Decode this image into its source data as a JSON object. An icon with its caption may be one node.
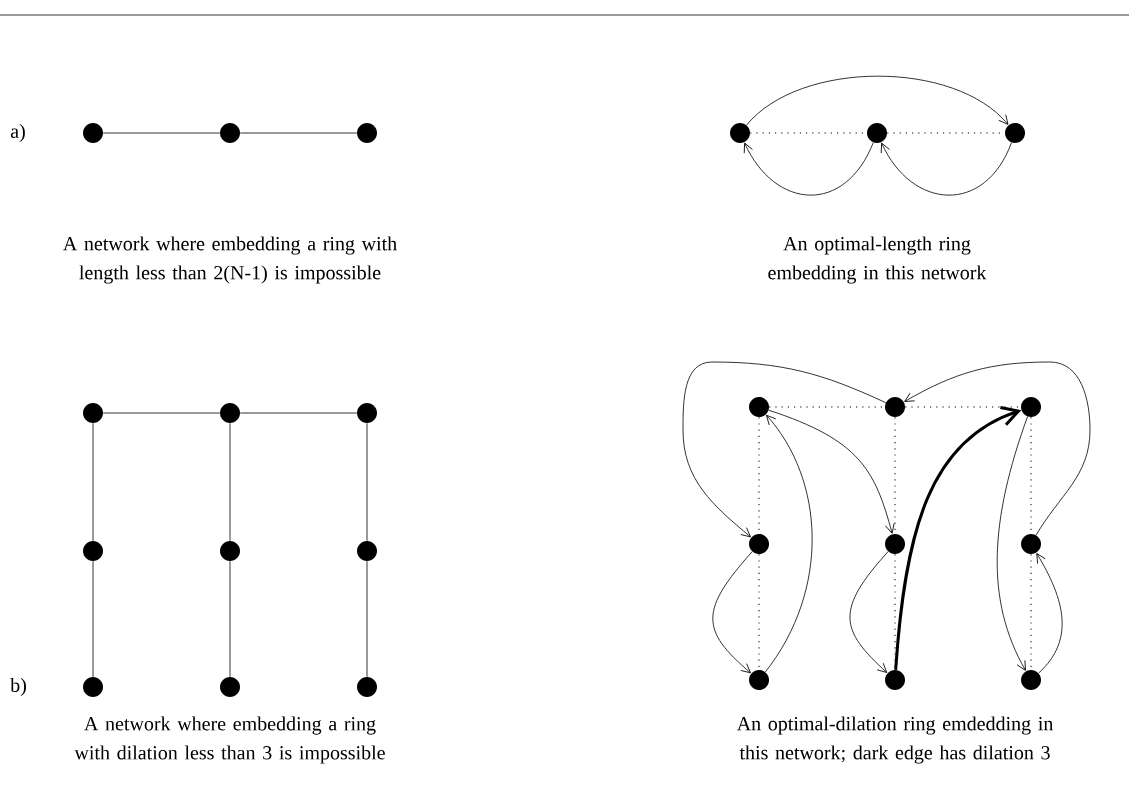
{
  "diagram": {
    "nodes": [
      {
        "text": [],
        "shape": "circle"
      },
      {
        "text": [],
        "shape": "circle"
      },
      {
        "text": [],
        "shape": "circle"
      },
      {
        "text": [],
        "shape": "circle"
      },
      {
        "text": [],
        "shape": "circle"
      },
      {
        "text": [],
        "shape": "circle"
      },
      {
        "text": [],
        "shape": "circle"
      },
      {
        "text": [],
        "shape": "circle"
      },
      {
        "text": [],
        "shape": "circle"
      },
      {
        "text": [],
        "shape": "circle"
      },
      {
        "text": [],
        "shape": "circle"
      },
      {
        "text": [],
        "shape": "circle"
      },
      {
        "text": [],
        "shape": "circle"
      },
      {
        "text": [],
        "shape": "circle"
      },
      {
        "text": [],
        "shape": "circle"
      },
      {
        "text": [],
        "shape": "circle"
      },
      {
        "text": [],
        "shape": "circle"
      },
      {
        "text": [],
        "shape": "circle"
      },
      {
        "text": [],
        "shape": "circle"
      },
      {
        "text": [],
        "shape": "circle"
      },
      {
        "text": [],
        "shape": "circle"
      },
      {
        "text": [],
        "shape": "circle"
      },
      {
        "text": [],
        "shape": "circle"
      },
      {
        "text": [],
        "shape": "circle"
      }
    ],
    "edges": [
      {
        "from": 0,
        "to": 1,
        "arrow": "none"
      },
      {
        "from": 1,
        "to": 2,
        "arrow": "none"
      },
      {
        "from": 3,
        "to": 4,
        "arrow": "none",
        "style": "dashed"
      },
      {
        "from": 4,
        "to": 5,
        "arrow": "none",
        "style": "dashed"
      },
      {
        "from": 3,
        "to": 5,
        "arrow": "to"
      },
      {
        "from": 4,
        "to": 3,
        "arrow": "to"
      },
      {
        "from": 5,
        "to": 4,
        "arrow": "to"
      },
      {
        "from": 6,
        "to": 7,
        "arrow": "none"
      },
      {
        "from": 7,
        "to": 8,
        "arrow": "none"
      },
      {
        "from": 6,
        "to": 9,
        "arrow": "none"
      },
      {
        "from": 9,
        "to": 12,
        "arrow": "none"
      },
      {
        "from": 7,
        "to": 10,
        "arrow": "none"
      },
      {
        "from": 10,
        "to": 13,
        "arrow": "none"
      },
      {
        "from": 8,
        "to": 11,
        "arrow": "none"
      },
      {
        "from": 11,
        "to": 14,
        "arrow": "none"
      },
      {
        "from": 15,
        "to": 16,
        "arrow": "none",
        "style": "dashed"
      },
      {
        "from": 16,
        "to": 17,
        "arrow": "none",
        "style": "dashed"
      },
      {
        "from": 15,
        "to": 18,
        "arrow": "none",
        "style": "dashed"
      },
      {
        "from": 18,
        "to": 21,
        "arrow": "none",
        "style": "dashed"
      },
      {
        "from": 16,
        "to": 19,
        "arrow": "none",
        "style": "dashed"
      },
      {
        "from": 19,
        "to": 22,
        "arrow": "none",
        "style": "dashed"
      },
      {
        "from": 17,
        "to": 20,
        "arrow": "none",
        "style": "dashed"
      },
      {
        "from": 20,
        "to": 23,
        "arrow": "none",
        "style": "dashed"
      },
      {
        "from": 16,
        "to": 18,
        "arrow": "to"
      },
      {
        "from": 18,
        "to": 21,
        "arrow": "to"
      },
      {
        "from": 21,
        "to": 15,
        "arrow": "to"
      },
      {
        "from": 15,
        "to": 19,
        "arrow": "to"
      },
      {
        "from": 19,
        "to": 22,
        "arrow": "to"
      },
      {
        "from": 22,
        "to": 17,
        "arrow": "to",
        "style": "thick"
      },
      {
        "from": 17,
        "to": 23,
        "arrow": "to"
      },
      {
        "from": 23,
        "to": 20,
        "arrow": "to"
      },
      {
        "from": 20,
        "to": 16,
        "arrow": "to"
      }
    ],
    "labels": [
      "a)",
      "A network where embedding a ring with length less than 2(N-1) is impossible",
      "An optimal-length ring embedding in this network",
      "b)",
      "A network where embedding a ring with dilation less than 3 is impossible",
      "An optimal-dilation ring emdedding in this network; dark edge has dilation 3"
    ]
  }
}
